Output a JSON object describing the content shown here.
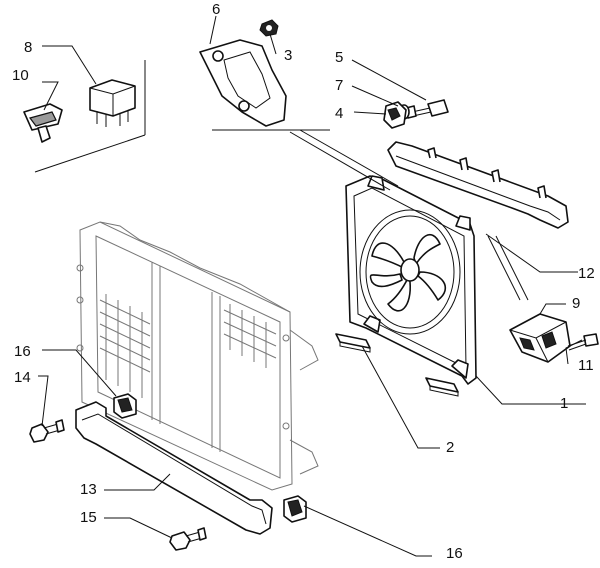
{
  "callouts": {
    "c1": "1",
    "c2": "2",
    "c3": "3",
    "c4": "4",
    "c5": "5",
    "c6": "6",
    "c7": "7",
    "c8": "8",
    "c9": "9",
    "c10": "10",
    "c11": "11",
    "c12": "12",
    "c13": "13",
    "c14": "14",
    "c15": "15",
    "c16a": "16",
    "c16b": "16"
  },
  "colors": {
    "line": "#111111",
    "background": "#ffffff"
  }
}
